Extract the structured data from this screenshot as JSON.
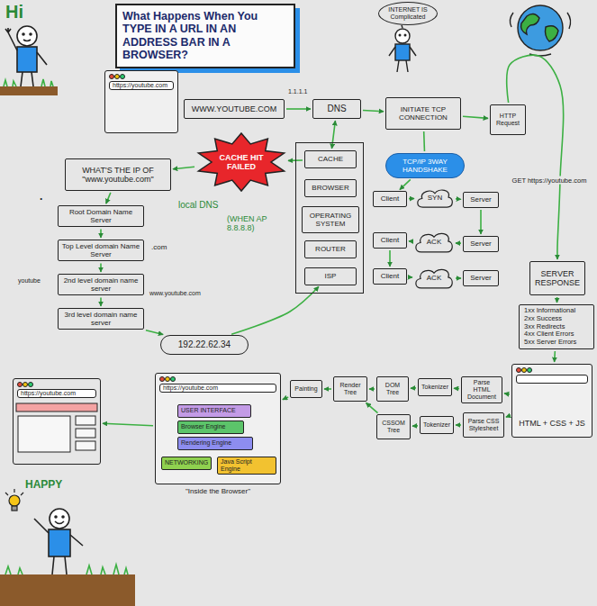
{
  "diagram": {
    "title": "What Happens When You TYPE IN A URL IN AN ADDRESS BAR IN A BROWSER?",
    "nodes": [
      {
        "text": [
          "https://youtube.com"
        ]
      },
      {
        "text": [
          "WWW.YOUTUBE.COM"
        ]
      },
      {
        "text": [
          "DNS"
        ]
      },
      {
        "text": [
          "INITIATE TCP CONNECTION"
        ]
      },
      {
        "text": [
          "HTTP Request"
        ]
      },
      {
        "text": [
          "CACHE HIT FAILED"
        ]
      },
      {
        "text": [
          "WHAT'S THE IP OF \"www.youtube.com\""
        ]
      },
      {
        "text": []
      },
      {
        "text": [
          "CACHE"
        ],
        "in": 7
      },
      {
        "text": [
          "BROWSER"
        ],
        "in": 7
      },
      {
        "text": [
          "OPERATING SYSTEM"
        ],
        "in": 7
      },
      {
        "text": [
          "ROUTER"
        ],
        "in": 7
      },
      {
        "text": [
          "ISP"
        ],
        "in": 7
      },
      {
        "text": [
          "TCP/IP 3WAY HANDSHAKE"
        ]
      },
      {
        "text": [
          "Client"
        ]
      },
      {
        "text": [
          "SYN"
        ]
      },
      {
        "text": [
          "Server"
        ]
      },
      {
        "text": [
          "Client"
        ]
      },
      {
        "text": [
          "ACK"
        ]
      },
      {
        "text": [
          "Server"
        ]
      },
      {
        "text": [
          "Client"
        ]
      },
      {
        "text": [
          "ACK"
        ]
      },
      {
        "text": [
          "Server"
        ]
      },
      {
        "text": [
          "Root Domain Name Server"
        ]
      },
      {
        "text": [
          "Top Level domain Name Server"
        ]
      },
      {
        "text": [
          "2nd level domain name server"
        ]
      },
      {
        "text": [
          "3rd level domain name server"
        ]
      },
      {
        "text": [
          "SERVER RESPONSE"
        ]
      },
      {
        "text": [
          "1xx Informational",
          "2xx Success",
          "3xx Redirects",
          "4xx Client Errors",
          "5xx Server Errors"
        ]
      },
      {
        "text": [
          "192.22.62.34"
        ]
      },
      {
        "text": [
          "Painting"
        ]
      },
      {
        "text": [
          "Render Tree"
        ]
      },
      {
        "text": [
          "DOM Tree"
        ]
      },
      {
        "text": [
          "Tokenizer"
        ]
      },
      {
        "text": [
          "Parse HTML Document"
        ]
      },
      {
        "text": [
          "HTML + CSS + JS"
        ]
      },
      {
        "text": [
          "CSSOM Tree"
        ]
      },
      {
        "text": [
          "Tokenizer"
        ]
      },
      {
        "text": [
          "Parse CSS Stylesheet"
        ]
      },
      {
        "text": [
          "https://youtube.com"
        ]
      },
      {
        "text": [
          "https://youtube.com",
          "\"Inside the Browser\""
        ]
      },
      {
        "text": [
          "USER INTERFACE"
        ],
        "in": 40
      },
      {
        "text": [
          "Browser Engine"
        ],
        "in": 40
      },
      {
        "text": [
          "Rendering Engine"
        ],
        "in": 40
      },
      {
        "text": [
          "NETWORKING"
        ],
        "in": 40
      },
      {
        "text": [
          "Java Script Engine"
        ],
        "in": 40
      }
    ],
    "edges": [
      {
        "from": 1,
        "to": 2,
        "arrow": "to"
      },
      {
        "from": 2,
        "to": 8,
        "arrow": "both"
      },
      {
        "from": 8,
        "to": 5,
        "arrow": "to"
      },
      {
        "from": 5,
        "to": 6,
        "arrow": "to"
      },
      {
        "from": 6,
        "to": 23,
        "arrow": "to"
      },
      {
        "from": 23,
        "to": 24,
        "arrow": "to"
      },
      {
        "from": 24,
        "to": 25,
        "arrow": "to"
      },
      {
        "from": 25,
        "to": 26,
        "arrow": "to"
      },
      {
        "from": 26,
        "to": 29,
        "arrow": "to"
      },
      {
        "from": 29,
        "to": 12,
        "arrow": "to"
      },
      {
        "from": 2,
        "to": 3,
        "arrow": "to"
      },
      {
        "from": 3,
        "to": 4,
        "arrow": "to"
      },
      {
        "from": 3,
        "to": 13,
        "arrow": "none"
      },
      {
        "from": 13,
        "to": 14,
        "arrow": "to"
      },
      {
        "from": 14,
        "to": 15,
        "arrow": "to"
      },
      {
        "from": 15,
        "to": 16,
        "arrow": "to"
      },
      {
        "from": 16,
        "to": 19,
        "arrow": "to"
      },
      {
        "from": 19,
        "to": 18,
        "arrow": "to"
      },
      {
        "from": 18,
        "to": 17,
        "arrow": "to"
      },
      {
        "from": 17,
        "to": 20,
        "arrow": "to"
      },
      {
        "from": 20,
        "to": 21,
        "arrow": "to"
      },
      {
        "from": 21,
        "to": 22,
        "arrow": "to"
      },
      {
        "from": 4,
        "to": 27,
        "label": "GET https://youtube.com",
        "arrow": "to"
      },
      {
        "from": 27,
        "to": 28,
        "arrow": "to"
      },
      {
        "from": 28,
        "to": 35,
        "arrow": "to"
      },
      {
        "from": 35,
        "to": 34,
        "arrow": "to"
      },
      {
        "from": 35,
        "to": 38,
        "arrow": "to"
      },
      {
        "from": 34,
        "to": 33,
        "arrow": "to"
      },
      {
        "from": 33,
        "to": 32,
        "arrow": "to"
      },
      {
        "from": 32,
        "to": 31,
        "arrow": "to"
      },
      {
        "from": 31,
        "to": 30,
        "arrow": "to"
      },
      {
        "from": 38,
        "to": 37,
        "arrow": "to"
      },
      {
        "from": 37,
        "to": 36,
        "arrow": "to"
      },
      {
        "from": 36,
        "to": 31,
        "arrow": "to"
      },
      {
        "from": 30,
        "to": 40,
        "arrow": "to"
      },
      {
        "from": 40,
        "to": 39,
        "arrow": "to"
      }
    ],
    "labels": [
      "Hi",
      "INTERNET IS Complicated",
      "1.1.1.1",
      "local DNS",
      "(WHEN AP 8.8.8.8)",
      ".",
      ".com",
      "youtube",
      "www.youtube.com",
      "HAPPY"
    ]
  }
}
